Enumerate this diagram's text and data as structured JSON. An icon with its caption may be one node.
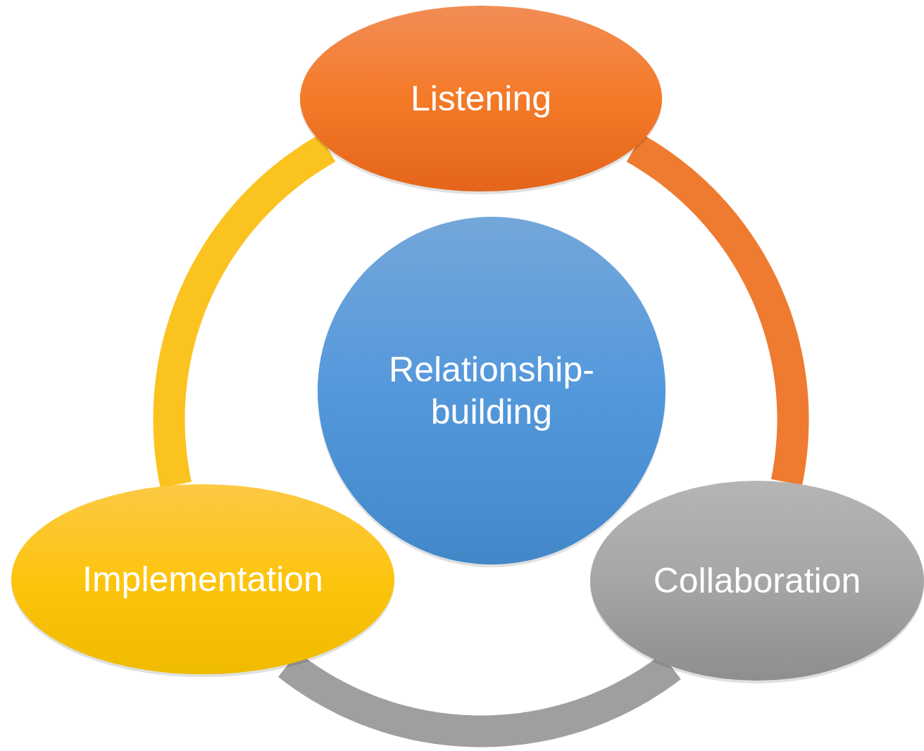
{
  "diagram": {
    "nodes": [
      {
        "text": [
          "Listening"
        ]
      },
      {
        "text": [
          "Relationship-building"
        ]
      },
      {
        "text": [
          "Implementation"
        ]
      },
      {
        "text": [
          "Collaboration"
        ]
      }
    ],
    "edges": [
      {
        "from": 0,
        "to": 3,
        "arrow": "none",
        "color": "#ee7b30"
      },
      {
        "from": 3,
        "to": 2,
        "arrow": "none",
        "color": "#9f9f9f"
      },
      {
        "from": 2,
        "to": 0,
        "arrow": "none",
        "color": "#fbc320"
      }
    ]
  }
}
